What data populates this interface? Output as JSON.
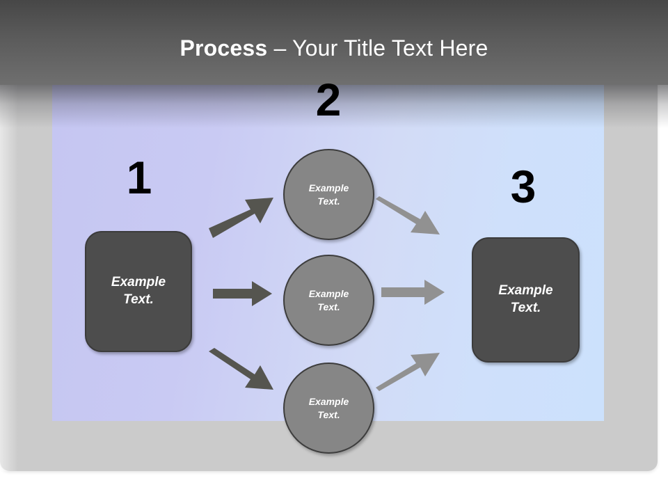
{
  "slide": {
    "title": {
      "bold_part": "Process",
      "separator": " – ",
      "light_part": "Your Title Text Here",
      "full": "Process – Your Title Text Here"
    },
    "colors": {
      "header_top": "#474747",
      "header_bottom": "#6f6f6f",
      "panel_left": "#c5c6f2",
      "panel_right": "#cce1fc",
      "page_card": "#cbcbcb",
      "dark_node_fill": "#4d4d4d",
      "dark_node_border": "#3b3b3b",
      "circle_node_fill": "#868686",
      "circle_node_border": "#3d3d3d",
      "arrow_dark": "#55554f",
      "arrow_light": "#919191",
      "numeral": "#000000",
      "node_text": "#ffffff"
    }
  },
  "steps": {
    "numerals": [
      {
        "id": "1",
        "label": "1"
      },
      {
        "id": "2",
        "label": "2"
      },
      {
        "id": "3",
        "label": "3"
      }
    ]
  },
  "nodes": {
    "left_box": {
      "text": "Example\nText."
    },
    "right_box": {
      "text": "Example\nText."
    },
    "circle_top": {
      "text": "Example\nText."
    },
    "circle_middle": {
      "text": "Example\nText."
    },
    "circle_bottom": {
      "text": "Example\nText."
    }
  },
  "connectors": [
    {
      "name": "left-to-top-circle",
      "direction": "up-right",
      "color": "#55554f"
    },
    {
      "name": "left-to-middle-circle",
      "direction": "right",
      "color": "#55554f"
    },
    {
      "name": "left-to-bottom-circle",
      "direction": "down-right",
      "color": "#55554f"
    },
    {
      "name": "top-circle-to-right",
      "direction": "down-right",
      "color": "#919191"
    },
    {
      "name": "middle-circle-to-right",
      "direction": "right",
      "color": "#919191"
    },
    {
      "name": "bottom-circle-to-right",
      "direction": "up-right",
      "color": "#919191"
    }
  ]
}
